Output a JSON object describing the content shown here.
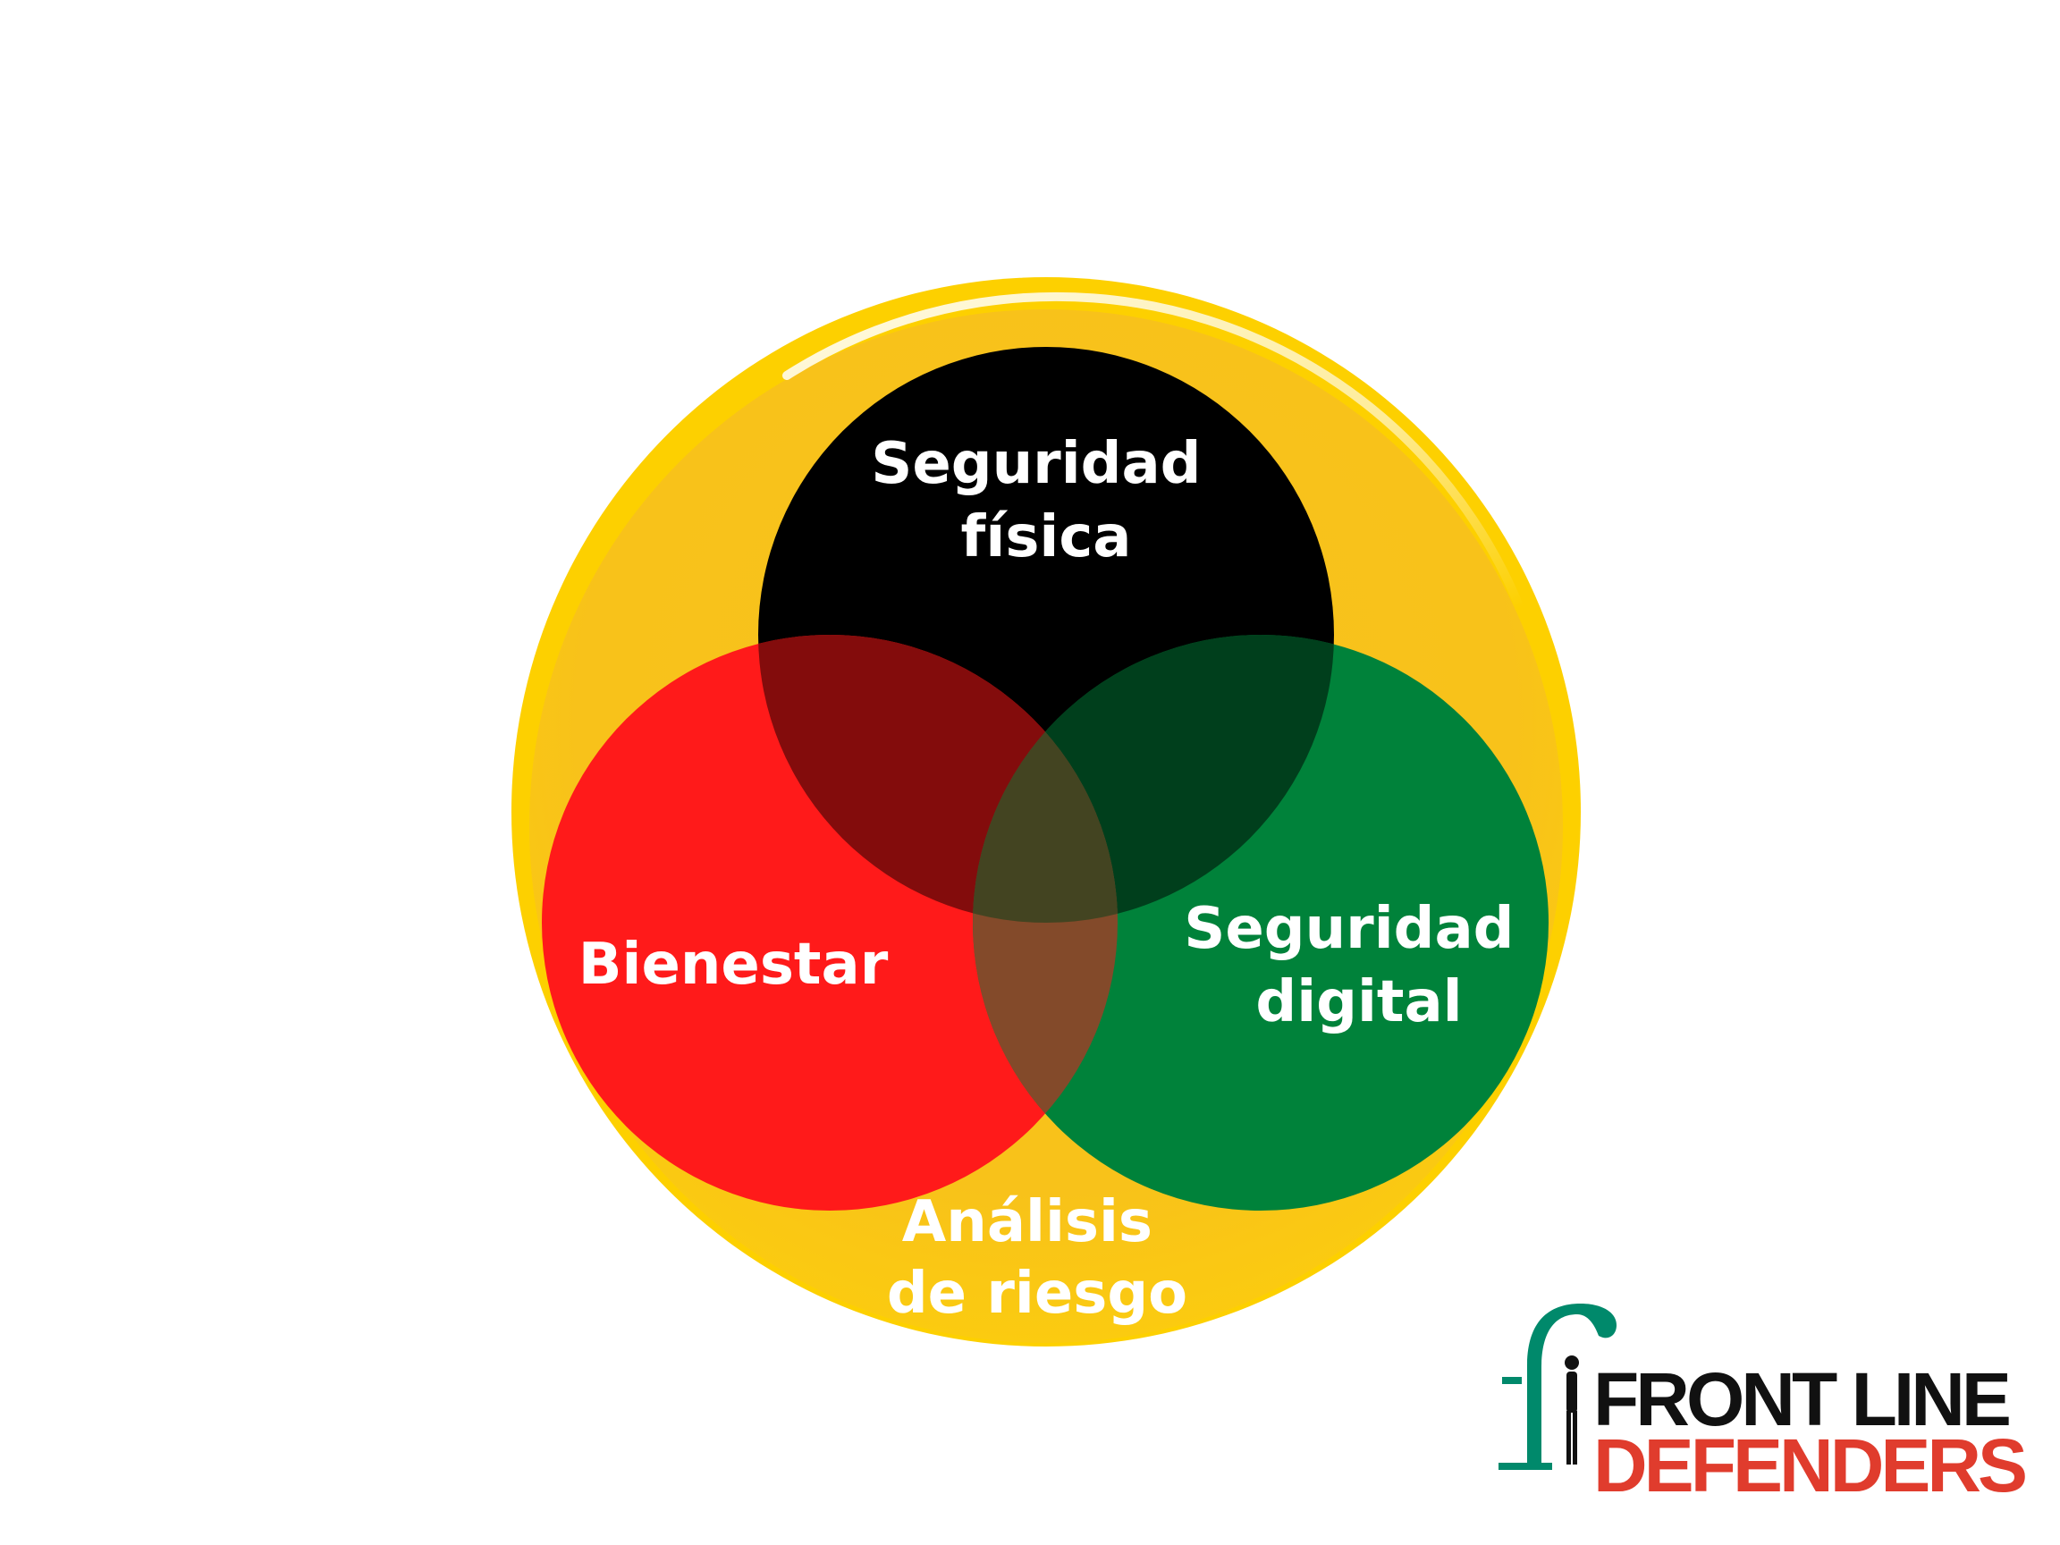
{
  "diagram": {
    "circles": {
      "outer": {
        "color": "#F9C21B",
        "rim_color": "#FDD000"
      },
      "top": {
        "label_lines": [
          "Seguridad",
          "física"
        ],
        "color": "#000000",
        "text_color": "#ffffff"
      },
      "left": {
        "label_lines": [
          "Bienestar"
        ],
        "color": "#FF1A1A",
        "text_color": "#ffffff"
      },
      "right": {
        "label_lines": [
          "Seguridad",
          "digital"
        ],
        "color": "#00823A",
        "text_color": "#ffffff"
      }
    },
    "bottom_label_lines": [
      "Análisis",
      "de riesgo"
    ],
    "bottom_label_color": "#ffffff"
  },
  "logo": {
    "line1": "FRONT LINE",
    "line2": "DEFENDERS",
    "line1_color": "#111111",
    "line2_color": "#E03C2D",
    "mark_color": "#00896B",
    "mark_letter": "f"
  }
}
